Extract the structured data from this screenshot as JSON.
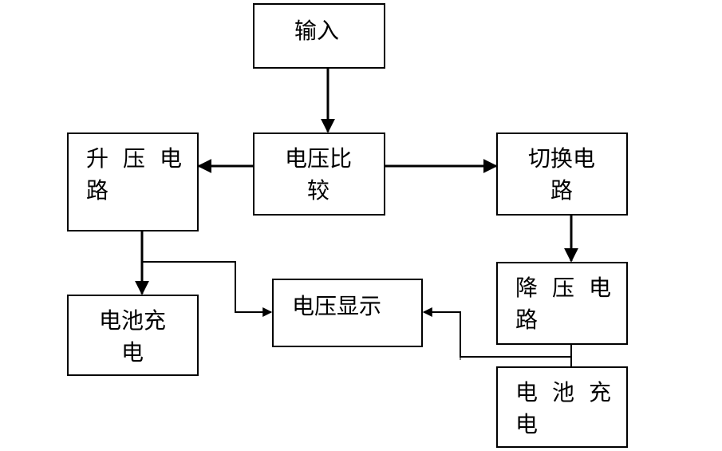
{
  "nodes": {
    "input": "输入",
    "voltage_compare": [
      "电压比",
      "较"
    ],
    "boost_circuit": [
      "升压电",
      "路"
    ],
    "switch_circuit": [
      "切换电",
      "路"
    ],
    "battery_charge_left": [
      "电池充",
      "电"
    ],
    "voltage_display": "电压显示",
    "buck_circuit": [
      "降压电",
      "路"
    ],
    "battery_charge_right": [
      "电池充",
      "电"
    ]
  }
}
